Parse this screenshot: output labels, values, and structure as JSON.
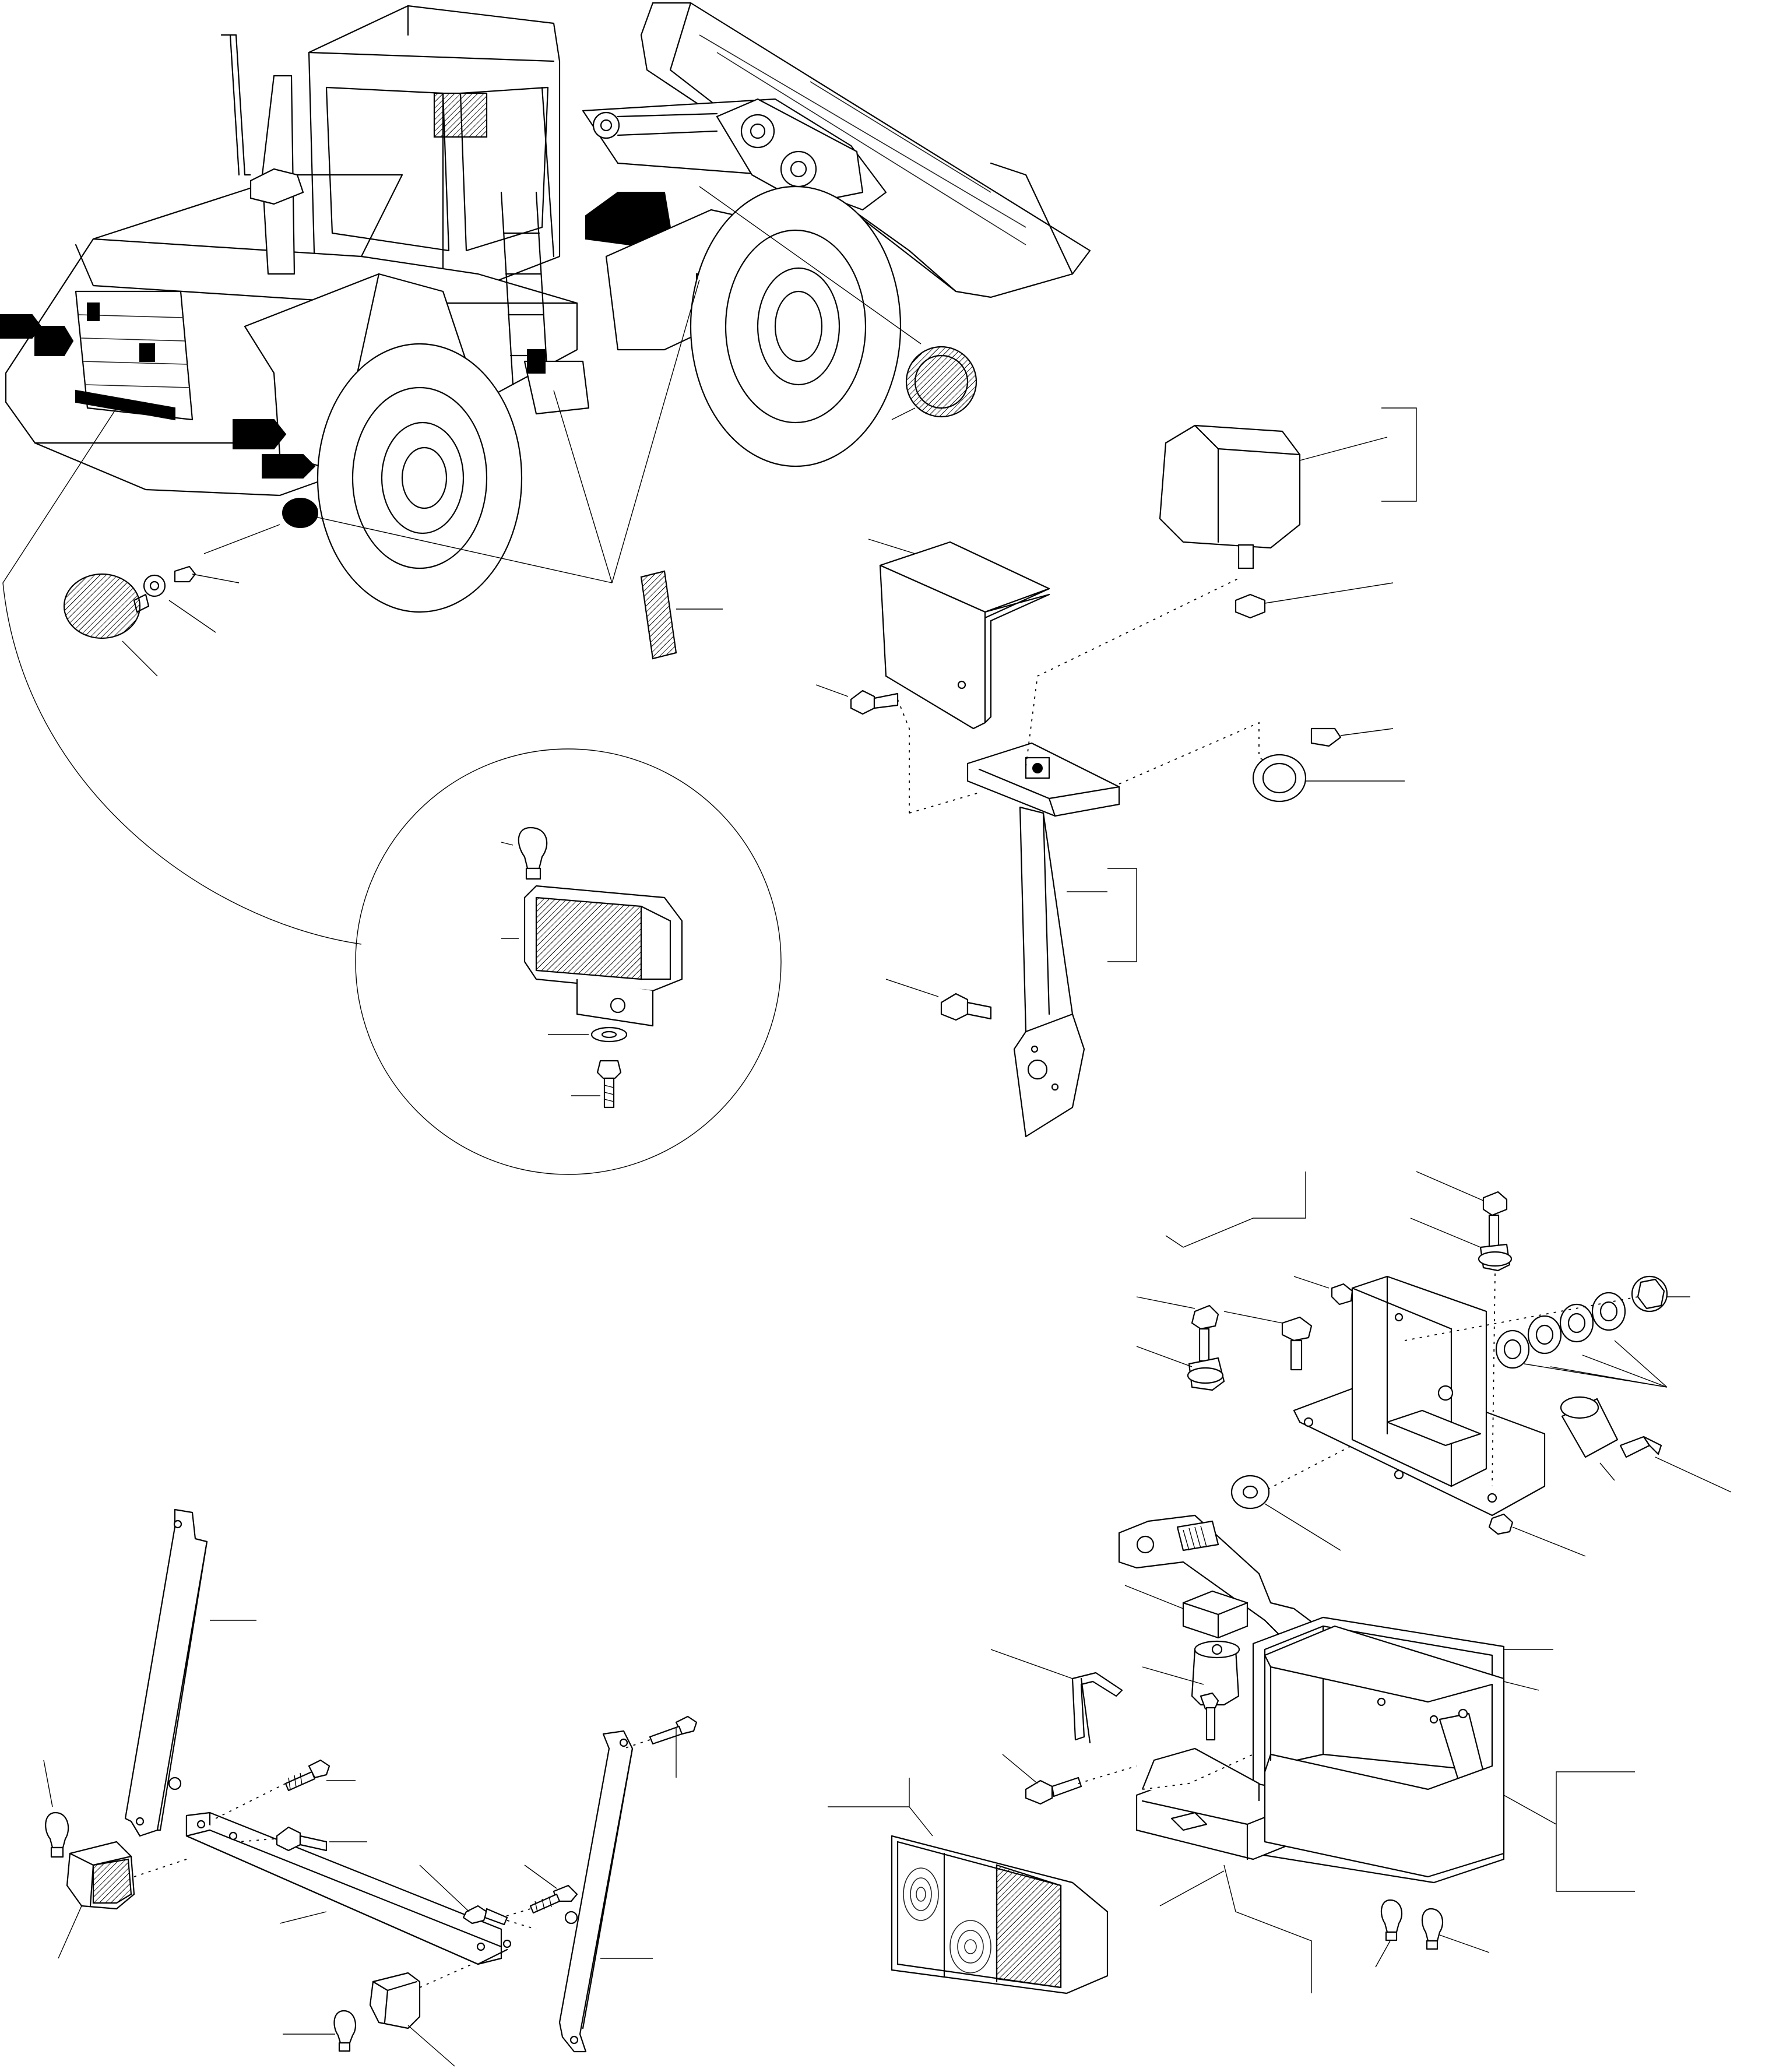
{
  "diagram": {
    "type": "exploded-parts-diagram",
    "subject": "wheel-loader-lighting-and-mounting-parts",
    "text_labels": [],
    "assemblies": [
      {
        "id": "loader-overview",
        "icon": "wheel-loader-icon"
      },
      {
        "id": "front-lamp-detail",
        "icon": "work-lamp-icon"
      },
      {
        "id": "cab-lamp-bracket",
        "icon": "lamp-bracket-icon"
      },
      {
        "id": "rear-lamp-mount",
        "icon": "rear-lamp-mount-icon"
      },
      {
        "id": "rear-lamp-bar",
        "icon": "lamp-bar-icon"
      }
    ],
    "colors": {
      "line": "#000000",
      "background": "#ffffff"
    }
  }
}
